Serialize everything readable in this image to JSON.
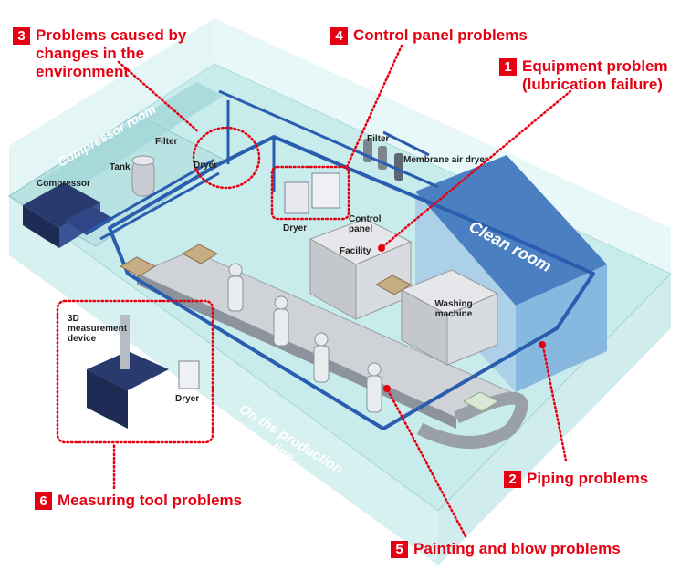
{
  "callouts": [
    {
      "num": "3",
      "text": "Problems caused by changes in the environment"
    },
    {
      "num": "4",
      "text": "Control panel problems"
    },
    {
      "num": "1",
      "text": "Equipment problem (lubrication failure)"
    },
    {
      "num": "2",
      "text": "Piping problems"
    },
    {
      "num": "6",
      "text": "Measuring tool problems"
    },
    {
      "num": "5",
      "text": "Painting and blow problems"
    }
  ],
  "labels": {
    "compressor_room": "Compressor room",
    "compressor": "Compressor",
    "tank": "Tank",
    "filter_left": "Filter",
    "dryer_top": "Dryer",
    "filter_right": "Filter",
    "membrane_air_dryer": "Membrane air dryer",
    "dryer_mid": "Dryer",
    "control_panel": "Control panel",
    "facility": "Facility",
    "clean_room": "Clean room",
    "washing_machine": "Washing machine",
    "measurement_device": "3D measurement device",
    "dryer_bottom": "Dryer",
    "production_line": "On the production line"
  },
  "colors": {
    "accent_red": "#e60012",
    "pipe_blue": "#2a5db0",
    "glass": "#b7e3e4",
    "clean_room_blue": "#4a7fc2"
  }
}
